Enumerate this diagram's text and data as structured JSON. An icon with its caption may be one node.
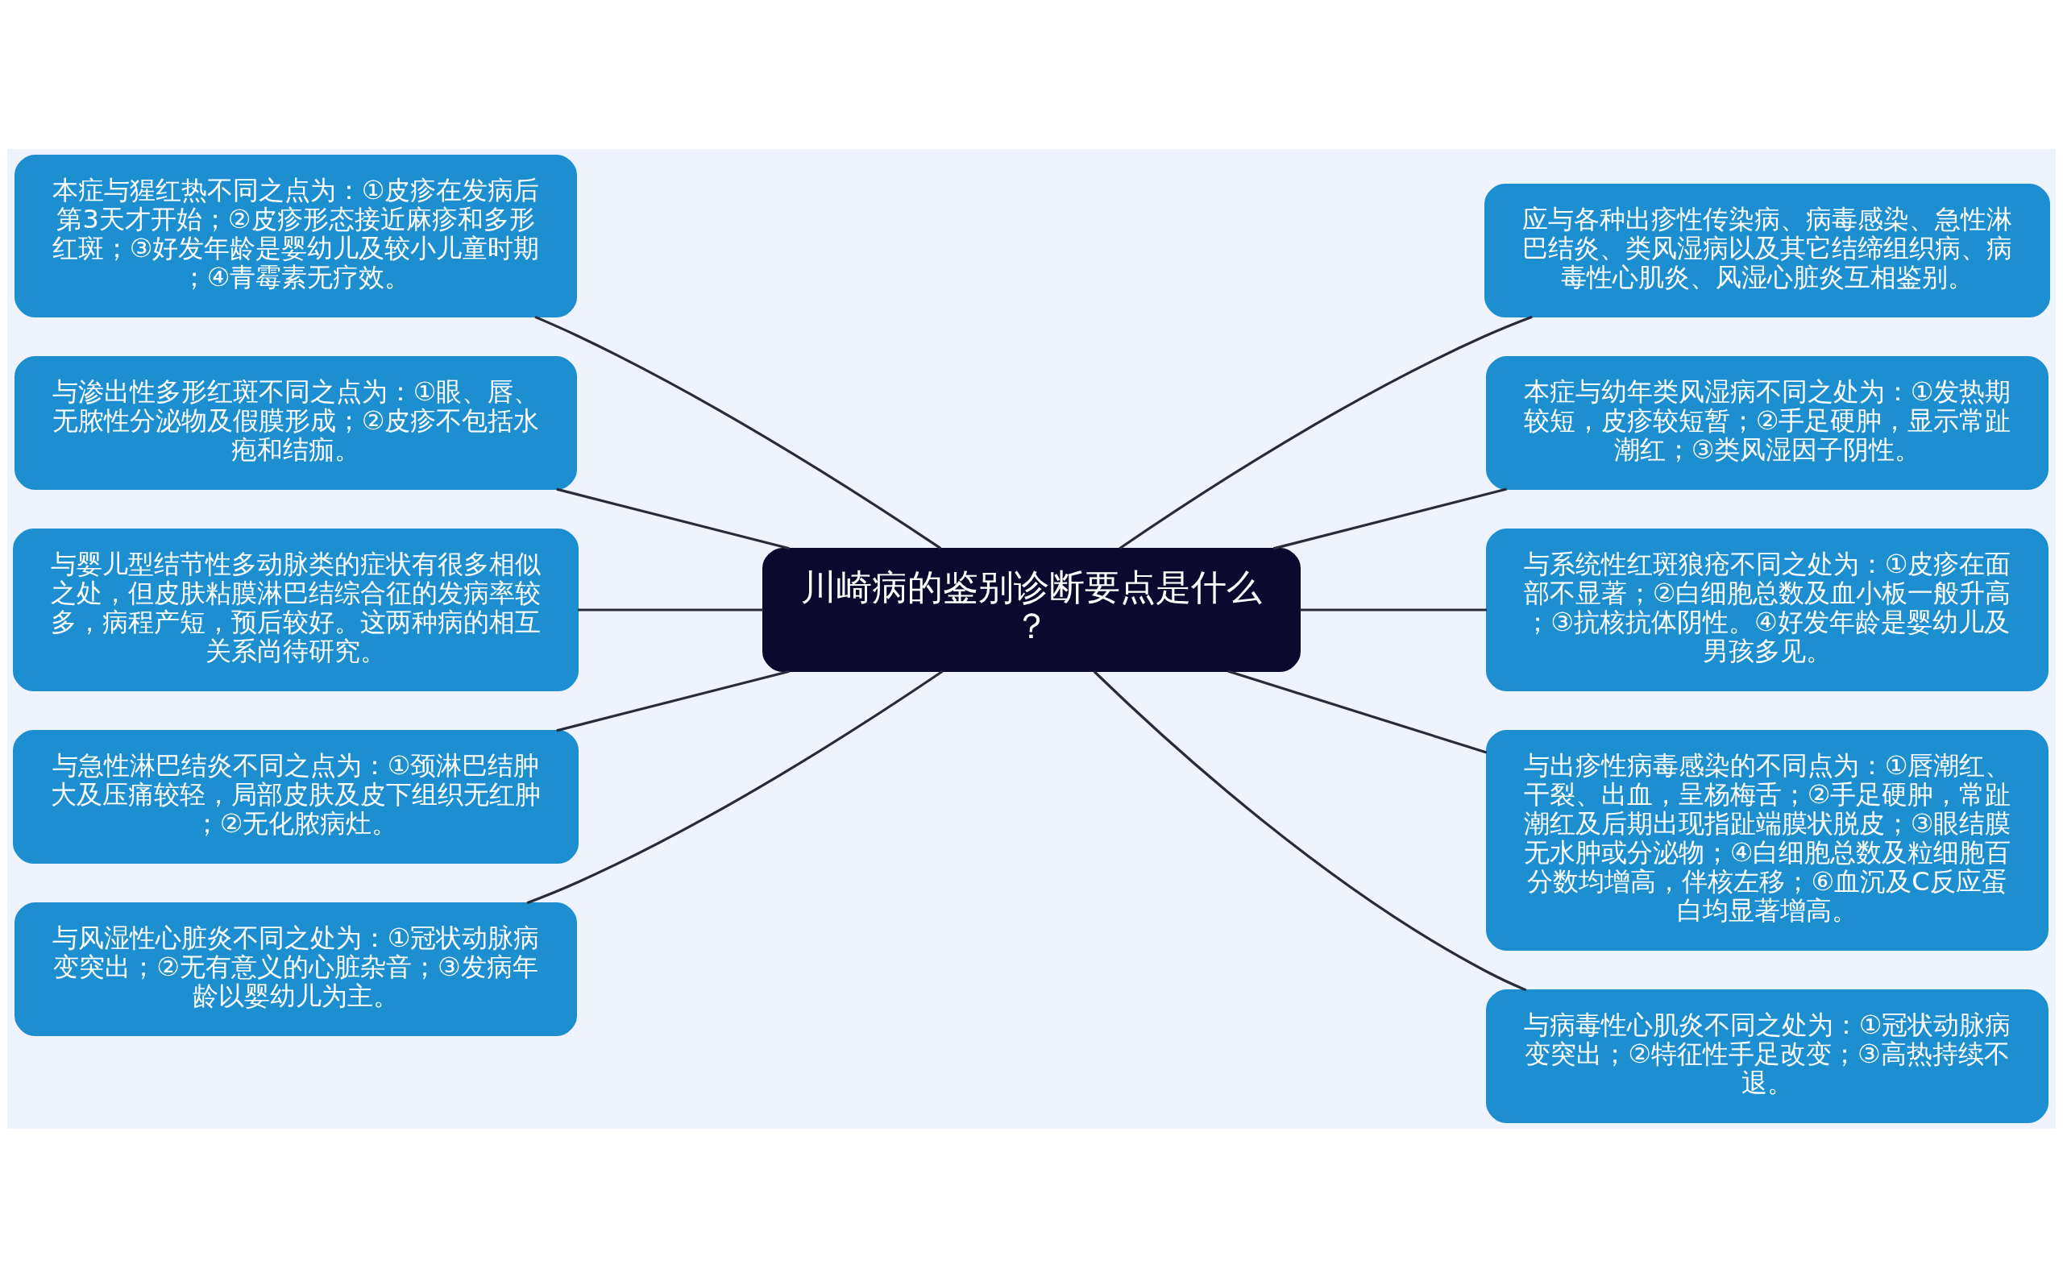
{
  "diagram": {
    "nodes": [
      {
        "text": [
          "川崎病的鉴别诊断要点是什么？"
        ]
      },
      {
        "text": [
          "应与各种出疹性传染病、病毒感染、急性淋巴结炎、类风湿病以及其它结缔组织病、病毒性心肌炎、风湿心脏炎互相鉴别。"
        ]
      },
      {
        "text": [
          "本症与幼年类风湿病不同之处为：①发热期较短，皮疹较短暂；②手足硬肿，显示常趾潮红；③类风湿因子阴性。"
        ]
      },
      {
        "text": [
          "与系统性红斑狼疮不同之处为：①皮疹在面部不显著；②白细胞总数及血小板一般升高；③抗核抗体阴性。④好发年龄是婴幼儿及男孩多见。"
        ]
      },
      {
        "text": [
          "与出疹性病毒感染的不同点为：①唇潮红、干裂、出血，呈杨梅舌；②手足硬肿，常趾潮红及后期出现指趾端膜状脱皮；③眼结膜无水肿或分泌物；④白细胞总数及粒细胞百分数均增高，伴核左移；⑥血沉及C反应蛋白均显著增高。"
        ]
      },
      {
        "text": [
          "与病毒性心肌炎不同之处为：①冠状动脉病变突出；②特征性手足改变；③高热持续不退。"
        ]
      },
      {
        "text": [
          "本症与猩红热不同之点为：①皮疹在发病后第3天才开始；②皮疹形态接近麻疹和多形红斑；③好发年龄是婴幼儿及较小儿童时期；④青霉素无疗效。"
        ]
      },
      {
        "text": [
          "与渗出性多形红斑不同之点为：①眼、唇、无脓性分泌物及假膜形成；②皮疹不包括水疱和结痂。"
        ]
      },
      {
        "text": [
          "与婴儿型结节性多动脉类的症状有很多相似之处，但皮肤粘膜淋巴结综合征的发病率较多，病程产短，预后较好。这两种病的相互关系尚待研究。"
        ]
      },
      {
        "text": [
          "与急性淋巴结炎不同之点为：①颈淋巴结肿大及压痛较轻，局部皮肤及皮下组织无红肿；②无化脓病灶。"
        ]
      },
      {
        "text": [
          "与风湿性心脏炎不同之处为：①冠状动脉病变突出；②无有意义的心脏杂音；③发病年龄以婴幼儿为主。"
        ]
      }
    ],
    "edges": [
      {
        "from": 0,
        "to": 1,
        "arrow": "none"
      },
      {
        "from": 0,
        "to": 2,
        "arrow": "none"
      },
      {
        "from": 0,
        "to": 3,
        "arrow": "none"
      },
      {
        "from": 0,
        "to": 4,
        "arrow": "none"
      },
      {
        "from": 0,
        "to": 5,
        "arrow": "none"
      },
      {
        "from": 0,
        "to": 6,
        "arrow": "none"
      },
      {
        "from": 0,
        "to": 7,
        "arrow": "none"
      },
      {
        "from": 0,
        "to": 8,
        "arrow": "none"
      },
      {
        "from": 0,
        "to": 9,
        "arrow": "none"
      },
      {
        "from": 0,
        "to": 10,
        "arrow": "none"
      }
    ]
  }
}
